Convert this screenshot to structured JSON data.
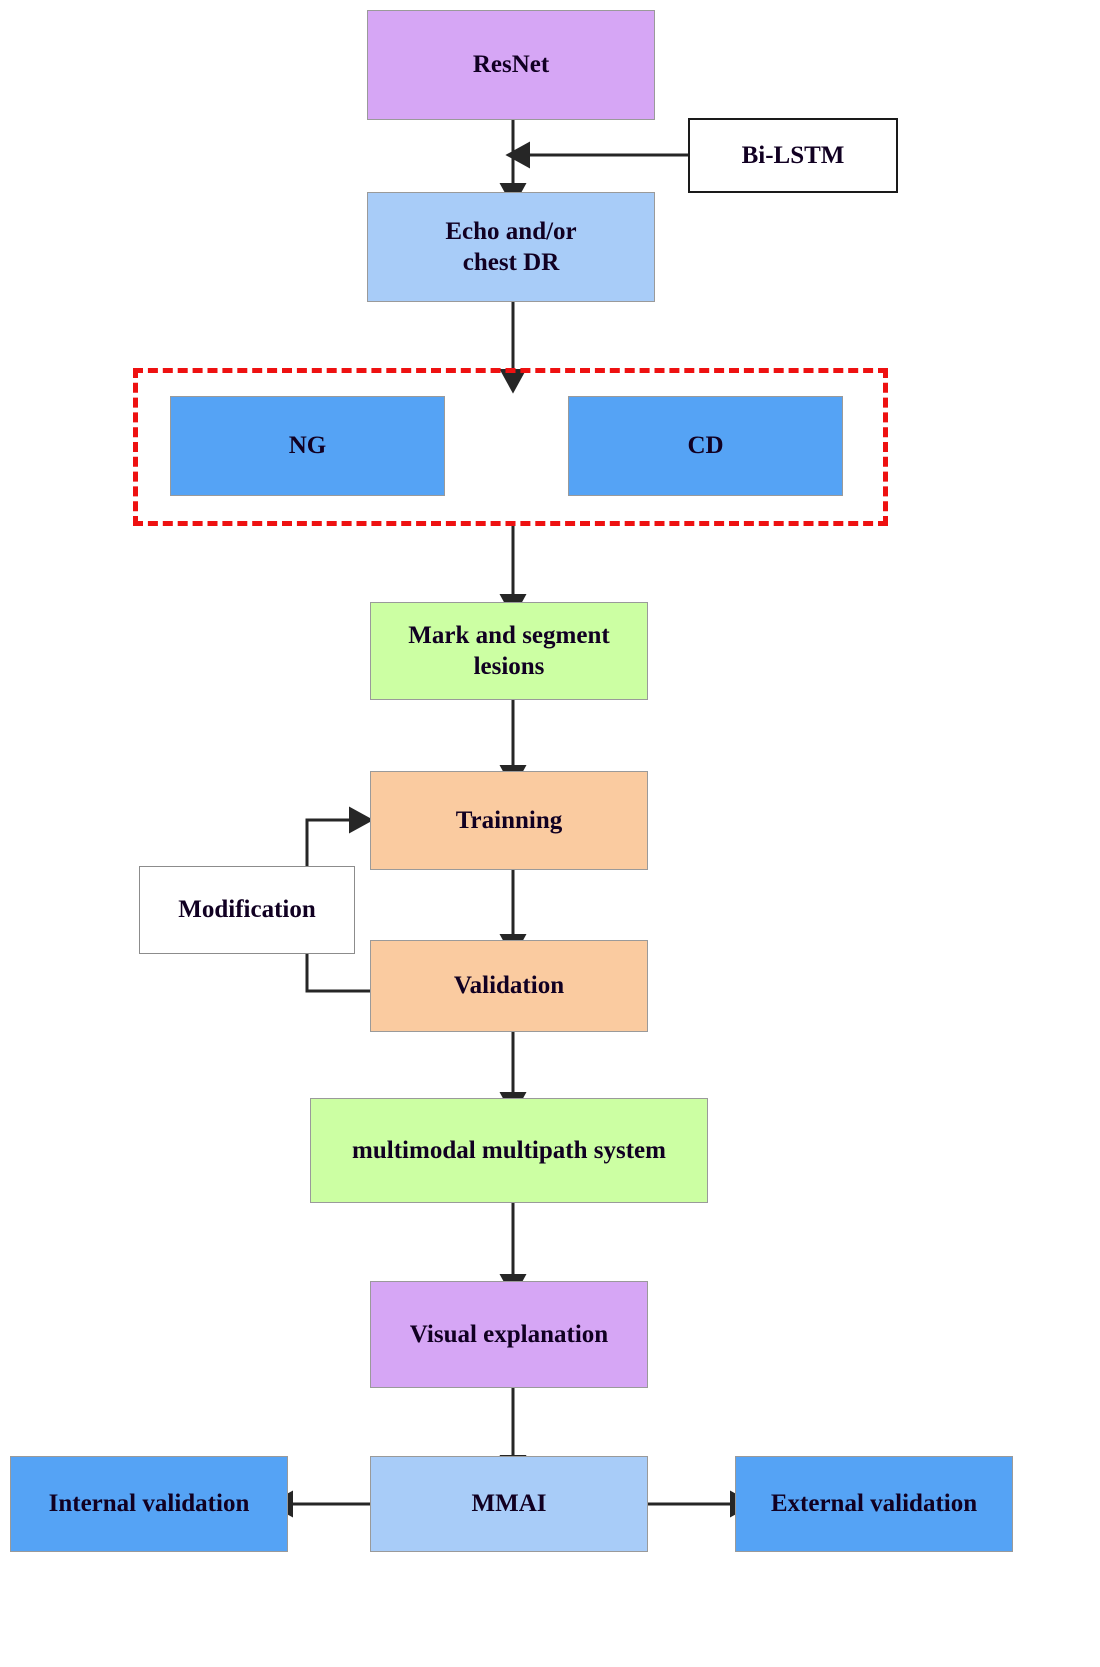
{
  "diagram": {
    "title": "Multimodal multipath AI workflow flowchart",
    "colors": {
      "purple": "#d6a6f5",
      "light_blue": "#a8ccf8",
      "blue": "#55a3f5",
      "green": "#ccffa3",
      "orange": "#facba0",
      "white": "#ffffff",
      "dashed_group_border": "#ee1111",
      "arrow": "#262626",
      "node_border": "#9a9a9a",
      "text": "#110022"
    },
    "nodes": {
      "resnet": "ResNet",
      "bilstm": "Bi-LSTM",
      "echo_chest_dr": "Echo and/or\nchest DR",
      "ng": "NG",
      "cd": "CD",
      "mark_segment": "Mark and segment\nlesions",
      "trainning": "Trainning",
      "modification": "Modification",
      "validation": "Validation",
      "multimodal": "multimodal multipath system",
      "visual_explanation": "Visual explanation",
      "mmai": "MMAI",
      "internal_validation": "Internal validation",
      "external_validation": "External validation"
    },
    "edges": [
      {
        "from": "resnet",
        "to": "echo_chest_dr",
        "style": "solid-arrow"
      },
      {
        "from": "bilstm",
        "to": "resnet-echo-link",
        "style": "solid-arrow"
      },
      {
        "from": "echo_chest_dr",
        "to": "dashed-group",
        "style": "solid-arrow"
      },
      {
        "from": "dashed-group",
        "to": "mark_segment",
        "style": "solid-arrow"
      },
      {
        "from": "mark_segment",
        "to": "trainning",
        "style": "solid-arrow"
      },
      {
        "from": "trainning",
        "to": "validation",
        "style": "solid-arrow"
      },
      {
        "from": "validation",
        "to": "trainning",
        "style": "feedback-loop"
      },
      {
        "from": "validation",
        "to": "multimodal",
        "style": "solid-arrow"
      },
      {
        "from": "multimodal",
        "to": "visual_explanation",
        "style": "solid-arrow"
      },
      {
        "from": "visual_explanation",
        "to": "mmai",
        "style": "solid-arrow"
      },
      {
        "from": "mmai",
        "to": "internal_validation",
        "style": "solid-arrow"
      },
      {
        "from": "mmai",
        "to": "external_validation",
        "style": "solid-arrow"
      }
    ]
  }
}
